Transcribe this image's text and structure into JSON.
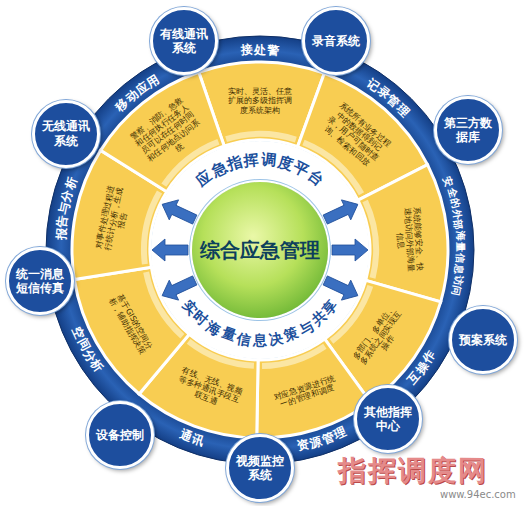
{
  "diagram": {
    "nodes": [
      {
        "text": [
          "综合应急管理"
        ]
      },
      {
        "text": [
          "应急指挥调度平台",
          "实时海量信息决策与共享"
        ]
      },
      {
        "text": [
          "接处警",
          "实时、灵活、任意扩展的多级指挥调度系统架构"
        ]
      },
      {
        "text": [
          "记录管理",
          "系统所有业务过程中的数据得到记录，用户可随时查询、检索和回放"
        ]
      },
      {
        "text": [
          "安全的外部海量信息访问",
          "系统能够安全、快速地访问外部海量信息"
        ]
      },
      {
        "text": [
          "互操作",
          "多部门、多单位、多系统之间实现互操作"
        ]
      },
      {
        "text": [
          "资源管理",
          "对应急资源进行统一的管理和调度"
        ]
      },
      {
        "text": [
          "通讯",
          "有线、无线、视频等多种通讯手段互联互通"
        ]
      },
      {
        "text": [
          "空间分析",
          "基于GIS的空间分析，辅助指挥决策"
        ]
      },
      {
        "text": [
          "报告与分析",
          "对事件处理过程进行统计分析，生成报告"
        ]
      },
      {
        "text": [
          "移动应用",
          "警察、消防、急救和任何执行任务人员可以在任何时间和任何地点访问系统"
        ]
      },
      {
        "text": [
          "有线通讯系统"
        ]
      },
      {
        "text": [
          "录音系统"
        ]
      },
      {
        "text": [
          "第三方数据库"
        ]
      },
      {
        "text": [
          "预案系统"
        ]
      },
      {
        "text": [
          "其他指挥中心"
        ]
      },
      {
        "text": [
          "视频监控系统"
        ]
      },
      {
        "text": [
          "设备控制"
        ]
      },
      {
        "text": [
          "统一消息短信传真"
        ]
      },
      {
        "text": [
          "无线通讯系统"
        ]
      }
    ],
    "labels": [
      "指挥调度网",
      "www.94ec.com"
    ]
  }
}
